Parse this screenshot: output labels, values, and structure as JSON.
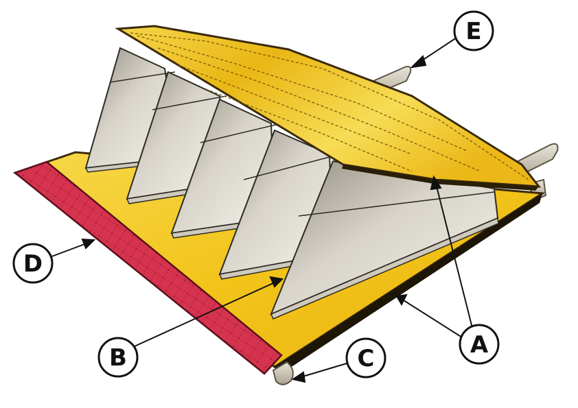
{
  "callouts": {
    "a": "A",
    "b": "B",
    "c": "C",
    "d": "D",
    "e": "E"
  },
  "colors": {
    "panel_yellow": "#f2c618",
    "panel_yellow_light": "#f8dc4a",
    "panel_edge": "#3a2a0a",
    "fin_grey": "#b9b4a8",
    "fin_light": "#ece9e1",
    "strip_red": "#d6334e",
    "strap_grey": "#c9c4b6",
    "ink": "#111111"
  }
}
